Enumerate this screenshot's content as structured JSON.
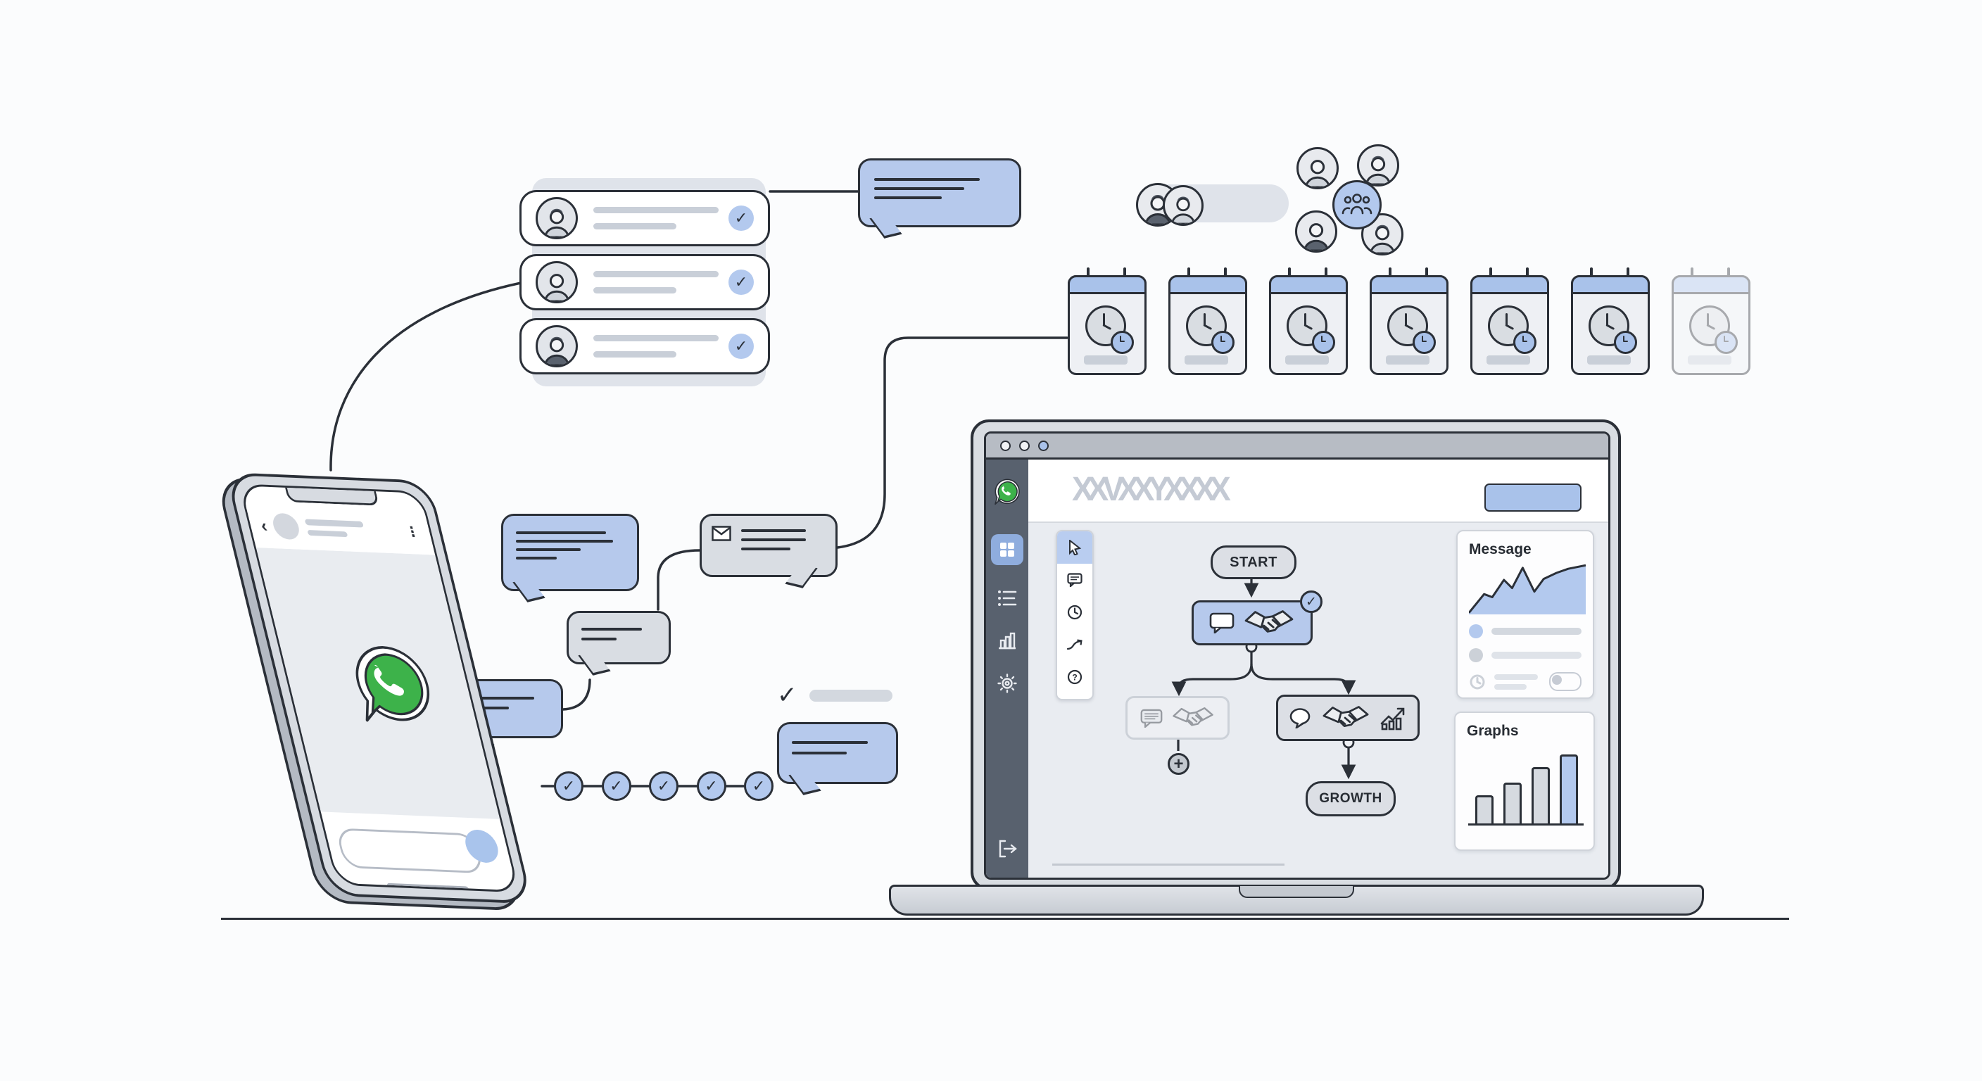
{
  "labels": {
    "start": "START",
    "growth": "GROWTH",
    "message_panel": "Message",
    "graphs_panel": "Graphs",
    "header_scribble": "XXVXXYXXXX",
    "check_glyph": "✓",
    "plus_glyph": "+"
  },
  "colors": {
    "outline": "#2b3038",
    "bubble_blue": "#b6c9ec",
    "bubble_gray": "#d9dde3",
    "accent_blue": "#a9c2ea",
    "tile_blue": "#8fadde",
    "whatsapp_green": "#3db24a",
    "sidebar_dark": "#58616e",
    "canvas_bg": "#e9ecf1",
    "check_fill": "#b3c9ee"
  },
  "contact_panel": {
    "cards": [
      {
        "checked": true
      },
      {
        "checked": true
      },
      {
        "checked": true
      }
    ]
  },
  "calendar_row": {
    "count": 7,
    "faded_last": true
  },
  "timeline": {
    "checkpoints": 5
  },
  "audience": {
    "pair_count": 2,
    "group_members": 4
  },
  "laptop": {
    "traffic_lights": [
      "#f1f3f5",
      "#f1f3f5",
      "#a9c2ea"
    ],
    "sidebar_icons": [
      "whatsapp-logo",
      "grid",
      "list",
      "bar-chart",
      "gear",
      "logout"
    ],
    "palette_icons": [
      "cursor",
      "chat",
      "clock",
      "trend",
      "help"
    ],
    "flow": {
      "start_label": "START",
      "growth_label": "GROWTH",
      "engage_checked": true,
      "branches": [
        "left-faded",
        "right-active"
      ]
    }
  },
  "chart_data": [
    {
      "type": "area",
      "title": "Message",
      "x": [
        0,
        13,
        20,
        30,
        37,
        46,
        56,
        64,
        75,
        85,
        100
      ],
      "y": [
        3,
        40,
        34,
        68,
        52,
        92,
        45,
        70,
        82,
        90,
        97
      ],
      "legend": false,
      "grid": false
    },
    {
      "type": "bar",
      "title": "Graphs",
      "values": [
        40,
        58,
        80,
        98
      ],
      "highlight_index": 3,
      "bar_colors": [
        "#d6dae0",
        "#d6dae0",
        "#d6dae0",
        "#b3c9ee"
      ],
      "ylim": [
        0,
        100
      ]
    }
  ]
}
